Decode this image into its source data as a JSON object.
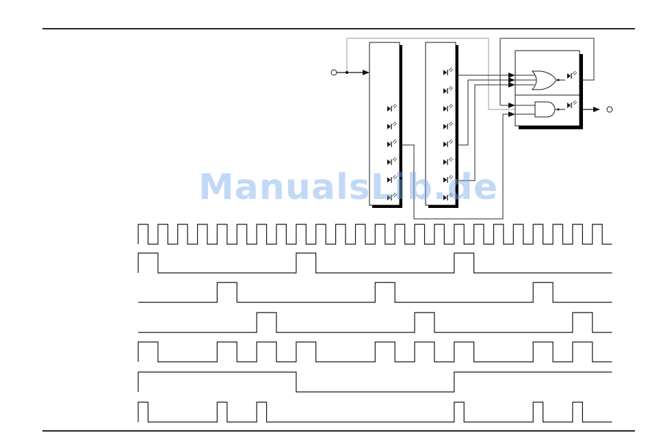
{
  "watermark": {
    "text": "ManualsLib.de",
    "color": "#78aaeb"
  },
  "colors": {
    "ink": "#111111",
    "shadow": "#000000",
    "wire": "#222222",
    "wire_light": "#9a9a9a"
  },
  "icons": {
    "led": "led-icon",
    "or_gate": "or-gate-icon",
    "and_gate": "and-gate-icon",
    "input_terminal": "input-terminal-icon",
    "output_terminal": "output-terminal-icon"
  },
  "waveforms": [
    {
      "name": "clock",
      "high": [
        [
          0,
          1
        ],
        [
          2,
          3
        ],
        [
          4,
          5
        ],
        [
          6,
          7
        ],
        [
          8,
          9
        ],
        [
          10,
          11
        ],
        [
          12,
          13
        ],
        [
          14,
          15
        ],
        [
          16,
          17
        ],
        [
          18,
          19
        ],
        [
          20,
          21
        ],
        [
          22,
          23
        ],
        [
          24,
          25
        ],
        [
          26,
          27
        ],
        [
          28,
          29
        ],
        [
          30,
          31
        ],
        [
          32,
          33
        ],
        [
          34,
          35
        ],
        [
          36,
          37
        ],
        [
          38,
          39
        ],
        [
          40,
          41
        ],
        [
          42,
          43
        ],
        [
          44,
          45
        ],
        [
          46,
          47
        ]
      ]
    },
    {
      "name": "trace-2",
      "high": [
        [
          0,
          2
        ],
        [
          16,
          18
        ],
        [
          32,
          34
        ]
      ]
    },
    {
      "name": "trace-3",
      "high": [
        [
          8,
          10
        ],
        [
          24,
          26
        ],
        [
          40,
          42
        ]
      ]
    },
    {
      "name": "trace-4",
      "high": [
        [
          12,
          14
        ],
        [
          28,
          30
        ],
        [
          44,
          46
        ]
      ]
    },
    {
      "name": "trace-5",
      "high": [
        [
          0,
          2
        ],
        [
          8,
          10
        ],
        [
          12,
          14
        ],
        [
          16,
          18
        ],
        [
          24,
          26
        ],
        [
          28,
          30
        ],
        [
          32,
          34
        ],
        [
          40,
          42
        ],
        [
          44,
          46
        ]
      ]
    },
    {
      "name": "trace-6",
      "high": [
        [
          0,
          16
        ],
        [
          32,
          48
        ]
      ]
    },
    {
      "name": "trace-7",
      "high": [
        [
          0,
          1
        ],
        [
          8,
          9
        ],
        [
          12,
          13
        ],
        [
          32,
          33
        ],
        [
          40,
          41
        ],
        [
          44,
          45
        ]
      ]
    }
  ]
}
